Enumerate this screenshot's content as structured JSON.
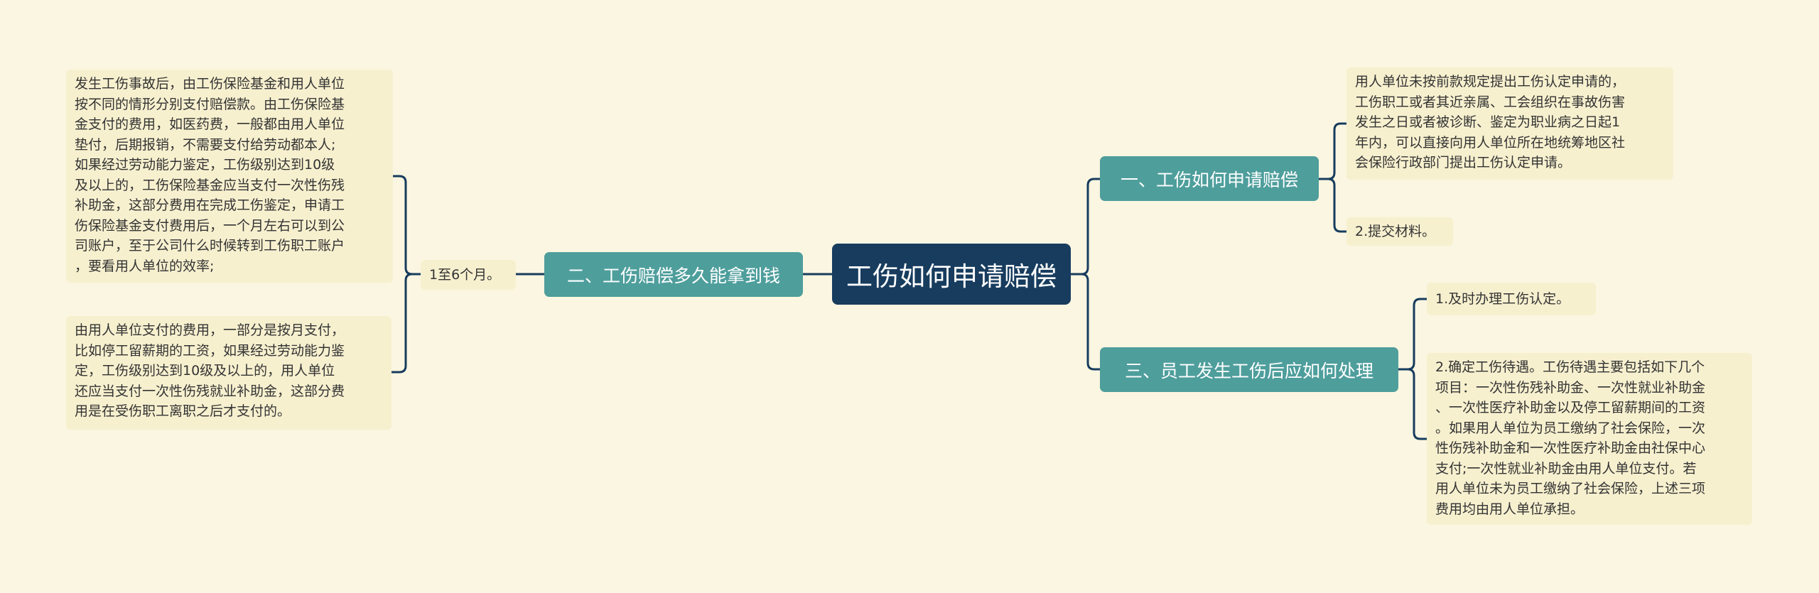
{
  "root": {
    "label": "工伤如何申请赔偿"
  },
  "branches": [
    {
      "label": "一、工伤如何申请赔偿"
    },
    {
      "label": "二、工伤赔偿多久能拿到钱"
    },
    {
      "label": "三、员工发生工伤后应如何处理"
    }
  ],
  "leaves": {
    "b1_l1": "用人单位未按前款规定提出工伤认定申请的，\n工伤职工或者其近亲属、工会组织在事故伤害\n发生之日或者被诊断、鉴定为职业病之日起1\n年内，可以直接向用人单位所在地统筹地区社\n会保险行政部门提出工伤认定申请。",
    "b1_l2": "2.提交材料。",
    "b3_l1": "1.及时办理工伤认定。",
    "b3_l2": "2.确定工伤待遇。工伤待遇主要包括如下几个\n项目：一次性伤残补助金、一次性就业补助金\n、一次性医疗补助金以及停工留薪期间的工资\n。如果用人单位为员工缴纳了社会保险，一次\n性伤残补助金和一次性医疗补助金由社保中心\n支付;一次性就业补助金由用人单位支付。若\n用人单位未为员工缴纳了社会保险，上述三项\n费用均由用人单位承担。",
    "b2_mid": "1至6个月。",
    "b2_l1": "发生工伤事故后，由工伤保险基金和用人单位\n按不同的情形分别支付赔偿款。由工伤保险基\n金支付的费用，如医药费，一般都由用人单位\n垫付，后期报销，不需要支付给劳动都本人;\n如果经过劳动能力鉴定，工伤级别达到10级\n及以上的，工伤保险基金应当支付一次性伤残\n补助金，这部分费用在完成工伤鉴定，申请工\n伤保险基金支付费用后，一个月左右可以到公\n司账户，至于公司什么时候转到工伤职工账户\n，要看用人单位的效率;",
    "b2_l2": "由用人单位支付的费用，一部分是按月支付，\n比如停工留薪期的工资，如果经过劳动能力鉴\n定，工伤级别达到10级及以上的，用人单位\n还应当支付一次性伤残就业补助金，这部分费\n用是在受伤职工离职之后才支付的。"
  },
  "colors": {
    "background": "#fbf6e1",
    "root": "#173c5e",
    "branch": "#4e9e9c",
    "leaf": "#f7f0cf",
    "connector": "#173c5e"
  }
}
